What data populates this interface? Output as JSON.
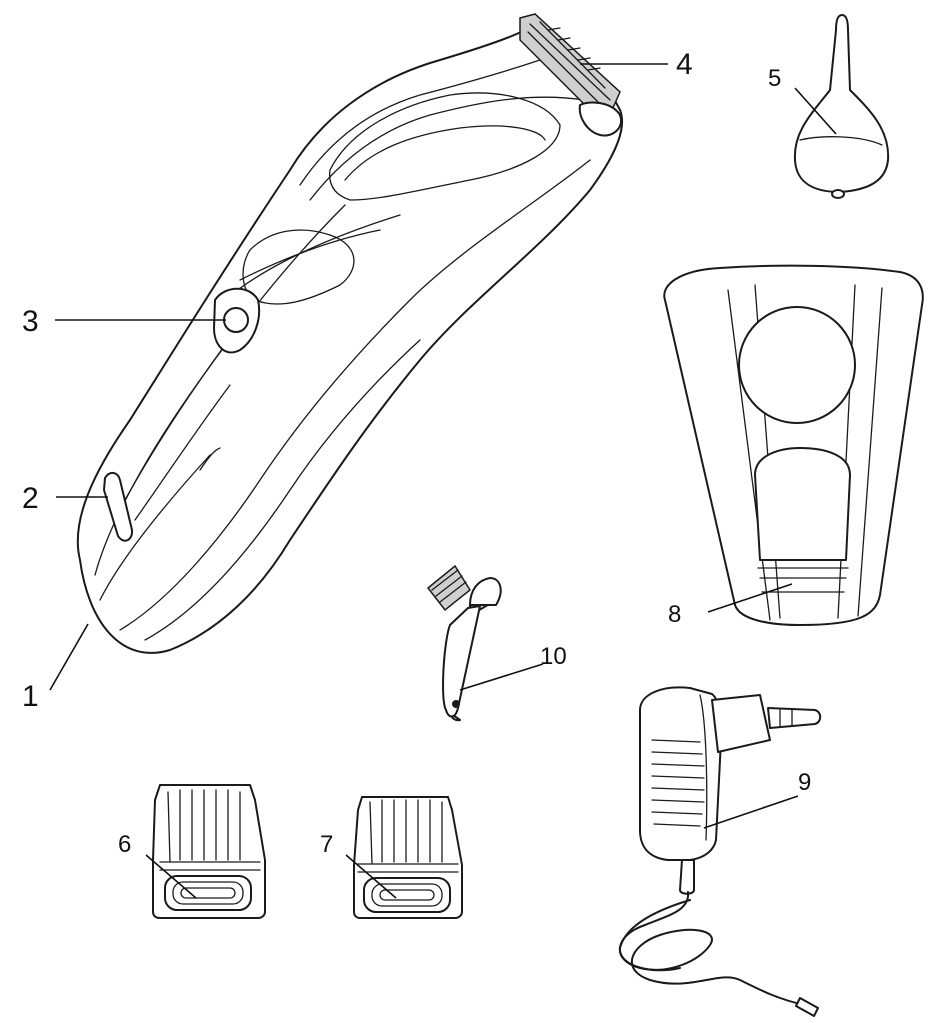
{
  "callouts": [
    {
      "id": "1",
      "label": "1"
    },
    {
      "id": "2",
      "label": "2"
    },
    {
      "id": "3",
      "label": "3"
    },
    {
      "id": "4",
      "label": "4"
    },
    {
      "id": "5",
      "label": "5"
    },
    {
      "id": "6",
      "label": "6"
    },
    {
      "id": "7",
      "label": "7"
    },
    {
      "id": "8",
      "label": "8"
    },
    {
      "id": "9",
      "label": "9"
    },
    {
      "id": "10",
      "label": "10"
    }
  ],
  "colors": {
    "line": "#1a1a1a",
    "background": "#ffffff",
    "blade": "#cfcfcf"
  }
}
